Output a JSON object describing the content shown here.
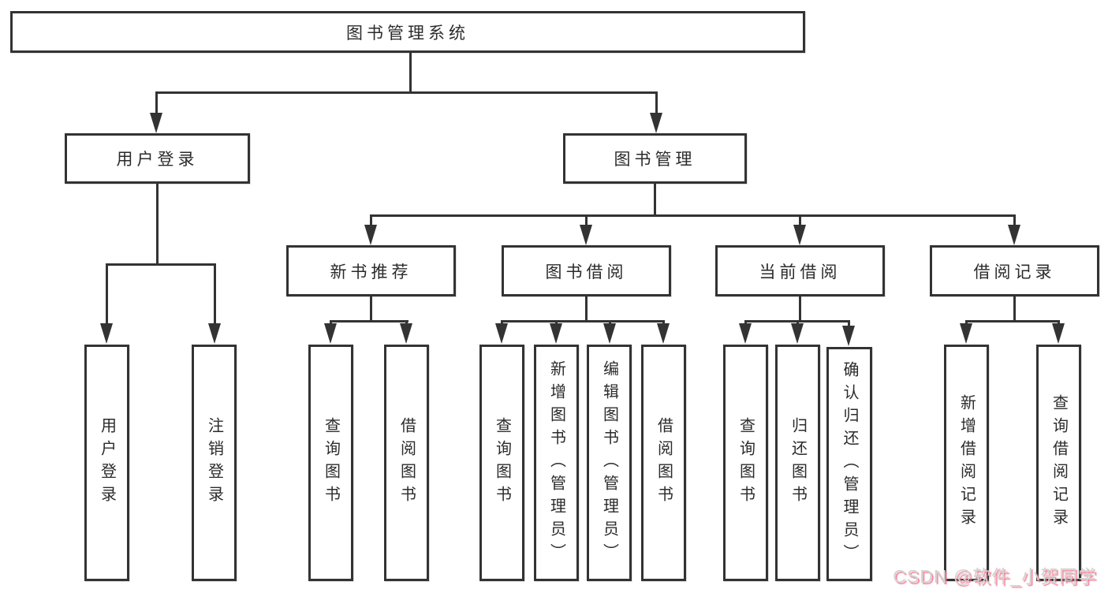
{
  "colors": {
    "background": "#ffffff",
    "line": "#333333",
    "text": "#2b2b2b",
    "watermark_text": "#d2d2d2",
    "watermark_shadow": "#f4708a"
  },
  "diagram": {
    "root": {
      "label": "图书管理系统"
    },
    "level2": [
      {
        "label": "用户登录",
        "children": [
          {
            "label": "用户登录"
          },
          {
            "label": "注销登录"
          }
        ]
      },
      {
        "label": "图书管理",
        "children": [
          {
            "label": "新书推荐",
            "children": [
              {
                "label": "查询图书"
              },
              {
                "label": "借阅图书"
              }
            ]
          },
          {
            "label": "图书借阅",
            "children": [
              {
                "label": "查询图书"
              },
              {
                "label": "新增图书（管理员）"
              },
              {
                "label": "编辑图书（管理员）"
              },
              {
                "label": "借阅图书"
              }
            ]
          },
          {
            "label": "当前借阅",
            "children": [
              {
                "label": "查询图书"
              },
              {
                "label": "归还图书"
              },
              {
                "label": "确认归还（管理员）"
              }
            ]
          },
          {
            "label": "借阅记录",
            "children": [
              {
                "label": "新增借阅记录"
              },
              {
                "label": "查询借阅记录"
              }
            ]
          }
        ]
      }
    ]
  },
  "watermark": {
    "text": "CSDN @软件_小贺同学"
  }
}
